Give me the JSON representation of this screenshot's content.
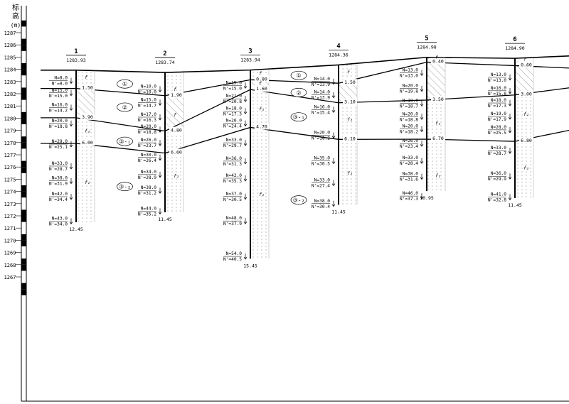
{
  "axis": {
    "title_top": "标",
    "title_mid": "高",
    "title_unit": "(m)",
    "ticks": [
      1287,
      1286,
      1285,
      1284,
      1283,
      1282,
      1281,
      1280,
      1279,
      1278,
      1277,
      1276,
      1275,
      1274,
      1273,
      1272,
      1271,
      1270,
      1269,
      1268,
      1267
    ]
  },
  "boreholes": [
    {
      "id": "1",
      "elev": "1283.93",
      "depth_label": "12.45",
      "ground": 1283.93,
      "depth": 12.45,
      "layers": [
        {
          "d": 1.5,
          "label": "1.50"
        },
        {
          "d": 3.9,
          "label": "3.90"
        },
        {
          "d": 6.0,
          "label": "6.00"
        }
      ],
      "codes": [
        {
          "d": 0.7,
          "t": "f"
        },
        {
          "d": 5.1,
          "t": "f2"
        },
        {
          "d": 9.3,
          "t": "f2"
        }
      ],
      "spt": [
        {
          "d": 0.8,
          "n1": "N=8.0",
          "n2": "N'=8.0"
        },
        {
          "d": 1.8,
          "n1": "N=15.0",
          "n2": "N'=15.0"
        },
        {
          "d": 3.0,
          "n1": "N=16.0",
          "n2": "N'=14.2"
        },
        {
          "d": 4.3,
          "n1": "N=20.0",
          "n2": "N'=18.8"
        },
        {
          "d": 6.0,
          "n1": "N=29.0",
          "n2": "N'=25.1"
        },
        {
          "d": 7.8,
          "n1": "N=33.0",
          "n2": "N'=28.7"
        },
        {
          "d": 9.0,
          "n1": "N=38.0",
          "n2": "N'=31.9"
        },
        {
          "d": 10.3,
          "n1": "N=42.0",
          "n2": "N'=34.4"
        },
        {
          "d": 12.3,
          "n1": "N=43.0",
          "n2": "N'=34.0"
        }
      ]
    },
    {
      "id": "2",
      "elev": "1283.74",
      "depth_label": "11.45",
      "ground": 1283.74,
      "depth": 11.45,
      "layers": [
        {
          "d": 1.9,
          "label": "1.90"
        },
        {
          "d": 4.8,
          "label": "4.80"
        },
        {
          "d": 6.6,
          "label": "6.60"
        }
      ],
      "codes": [
        {
          "d": 1.5,
          "t": "f"
        },
        {
          "d": 3.6,
          "t": "f"
        },
        {
          "d": 8.6,
          "t": "f2"
        }
      ],
      "spt": [
        {
          "d": 1.3,
          "n1": "N=10.0",
          "n2": "N'=10.0"
        },
        {
          "d": 2.4,
          "n1": "N=15.0",
          "n2": "N'=14.7"
        },
        {
          "d": 3.6,
          "n1": "N=17.0",
          "n2": "N'=16.3"
        },
        {
          "d": 4.6,
          "n1": "N=20.0",
          "n2": "N'=18.8"
        },
        {
          "d": 5.7,
          "n1": "N=26.0",
          "n2": "N'=23.7"
        },
        {
          "d": 6.9,
          "n1": "N=30.0",
          "n2": "N'=26.4"
        },
        {
          "d": 8.3,
          "n1": "N=34.0",
          "n2": "N'=28.9"
        },
        {
          "d": 9.6,
          "n1": "N=38.0",
          "n2": "N'=31.2"
        },
        {
          "d": 11.3,
          "n1": "N=44.0",
          "n2": "N'=35.2"
        }
      ]
    },
    {
      "id": "3",
      "elev": "1283.94",
      "depth_label": "15.45",
      "ground": 1283.94,
      "depth": 15.45,
      "layers": [
        {
          "d": 0.8,
          "label": "0.80"
        },
        {
          "d": 1.6,
          "label": "1.60"
        },
        {
          "d": 4.7,
          "label": "4.70"
        }
      ],
      "codes": [
        {
          "d": 0.4,
          "t": "f"
        },
        {
          "d": 1.2,
          "t": "f"
        },
        {
          "d": 3.3,
          "t": "f2"
        },
        {
          "d": 10.3,
          "t": "f2"
        }
      ],
      "spt": [
        {
          "d": 1.2,
          "n1": "N=15.0",
          "n2": "N'=15.0"
        },
        {
          "d": 2.3,
          "n1": "N=21.0",
          "n2": "N'=20.8"
        },
        {
          "d": 3.3,
          "n1": "N=18.0",
          "n2": "N'=17.3"
        },
        {
          "d": 4.3,
          "n1": "N=26.0",
          "n2": "N'=24.4"
        },
        {
          "d": 5.9,
          "n1": "N=33.0",
          "n2": "N'=29.7"
        },
        {
          "d": 7.4,
          "n1": "N=36.0",
          "n2": "N'=31.3"
        },
        {
          "d": 8.8,
          "n1": "N=42.0",
          "n2": "N'=35.3"
        },
        {
          "d": 10.3,
          "n1": "N=37.0",
          "n2": "N'=30.5"
        },
        {
          "d": 12.3,
          "n1": "N=48.0",
          "n2": "N'=37.9"
        },
        {
          "d": 15.2,
          "n1": "N=54.0",
          "n2": "N'=40.5"
        }
      ]
    },
    {
      "id": "4",
      "elev": "1284.36",
      "depth_label": "11.45",
      "ground": 1284.36,
      "depth": 11.45,
      "layers": [
        {
          "d": 1.5,
          "label": "1.50"
        },
        {
          "d": 3.1,
          "label": "3.10"
        },
        {
          "d": 6.1,
          "label": "6.10"
        }
      ],
      "codes": [
        {
          "d": 0.7,
          "t": "f"
        },
        {
          "d": 4.6,
          "t": "f2"
        },
        {
          "d": 9.0,
          "t": "f2"
        }
      ],
      "spt": [
        {
          "d": 1.3,
          "n1": "N=14.0",
          "n2": "N'=13.9"
        },
        {
          "d": 2.4,
          "n1": "N=14.0",
          "n2": "N'=13.9"
        },
        {
          "d": 3.6,
          "n1": "N=16.0",
          "n2": "N'=15.4"
        },
        {
          "d": 5.7,
          "n1": "N=20.0",
          "n2": "N'=18.2"
        },
        {
          "d": 7.8,
          "n1": "N=35.0",
          "n2": "N'=30.5"
        },
        {
          "d": 9.6,
          "n1": "N=33.0",
          "n2": "N'=27.4"
        },
        {
          "d": 11.3,
          "n1": "N=38.0",
          "n2": "N'=30.4"
        }
      ]
    },
    {
      "id": "5",
      "elev": "1284.98",
      "depth_label": "10.95",
      "ground": 1284.98,
      "depth": 10.95,
      "layers": [
        {
          "d": 0.4,
          "label": "0.40"
        },
        {
          "d": 3.5,
          "label": "3.50"
        },
        {
          "d": 6.7,
          "label": "6.70"
        }
      ],
      "codes": [
        {
          "d": 0.1,
          "t": "f"
        },
        {
          "d": 5.5,
          "t": "f2"
        },
        {
          "d": 9.8,
          "t": "f2"
        }
      ],
      "spt": [
        {
          "d": 1.2,
          "n1": "N=13.0",
          "n2": "N'=13.0"
        },
        {
          "d": 2.5,
          "n1": "N=20.0",
          "n2": "N'=19.8"
        },
        {
          "d": 3.7,
          "n1": "N=19.0",
          "n2": "N'=18.7"
        },
        {
          "d": 4.8,
          "n1": "N=20.0",
          "n2": "N'=18.8"
        },
        {
          "d": 5.8,
          "n1": "N=20.0",
          "n2": "N'=18.2"
        },
        {
          "d": 7.0,
          "n1": "N=26.0",
          "n2": "N'=23.4"
        },
        {
          "d": 8.4,
          "n1": "N=33.0",
          "n2": "N'=28.4"
        },
        {
          "d": 9.7,
          "n1": "N=38.0",
          "n2": "N'=31.6"
        },
        {
          "d": 11.3,
          "n1": "N=46.0",
          "n2": "N'=37.3"
        }
      ]
    },
    {
      "id": "6",
      "elev": "1284.90",
      "depth_label": "11.45",
      "ground": 1284.9,
      "depth": 11.45,
      "layers": [
        {
          "d": 0.6,
          "label": "0.60"
        },
        {
          "d": 3.0,
          "label": "3.00"
        },
        {
          "d": 6.8,
          "label": "6.80"
        }
      ],
      "codes": [
        {
          "d": 0.2,
          "t": "f"
        },
        {
          "d": 4.7,
          "t": "f2"
        },
        {
          "d": 9.1,
          "t": "f2"
        }
      ],
      "spt": [
        {
          "d": 1.5,
          "n1": "N=13.0",
          "n2": "N'=13.0"
        },
        {
          "d": 2.6,
          "n1": "N=16.0",
          "n2": "N'=15.8"
        },
        {
          "d": 3.6,
          "n1": "N=18.0",
          "n2": "N'=17.3"
        },
        {
          "d": 4.7,
          "n1": "N=19.0",
          "n2": "N'=17.9"
        },
        {
          "d": 5.8,
          "n1": "N=28.0",
          "n2": "N'=25.5"
        },
        {
          "d": 7.5,
          "n1": "N=33.0",
          "n2": "N'=28.7"
        },
        {
          "d": 9.6,
          "n1": "N=36.0",
          "n2": "N'=29.9"
        },
        {
          "d": 11.3,
          "n1": "N=41.0",
          "n2": "N'=32.8"
        }
      ]
    }
  ],
  "layer_tags": [
    {
      "t": "①",
      "e": 1282.8,
      "between": [
        0,
        1
      ]
    },
    {
      "t": "②",
      "e": 1280.9,
      "between": [
        0,
        1
      ]
    },
    {
      "t": "③-₁",
      "e": 1278.1,
      "between": [
        0,
        1
      ]
    },
    {
      "t": "③-₂",
      "e": 1274.4,
      "between": [
        0,
        1
      ]
    },
    {
      "t": "①",
      "e": 1283.5,
      "between": [
        2,
        3
      ]
    },
    {
      "t": "②",
      "e": 1282.1,
      "between": [
        2,
        3
      ]
    },
    {
      "t": "③-₁",
      "e": 1280.1,
      "between": [
        2,
        3
      ]
    },
    {
      "t": "③-₂",
      "e": 1273.3,
      "between": [
        2,
        3
      ]
    }
  ]
}
